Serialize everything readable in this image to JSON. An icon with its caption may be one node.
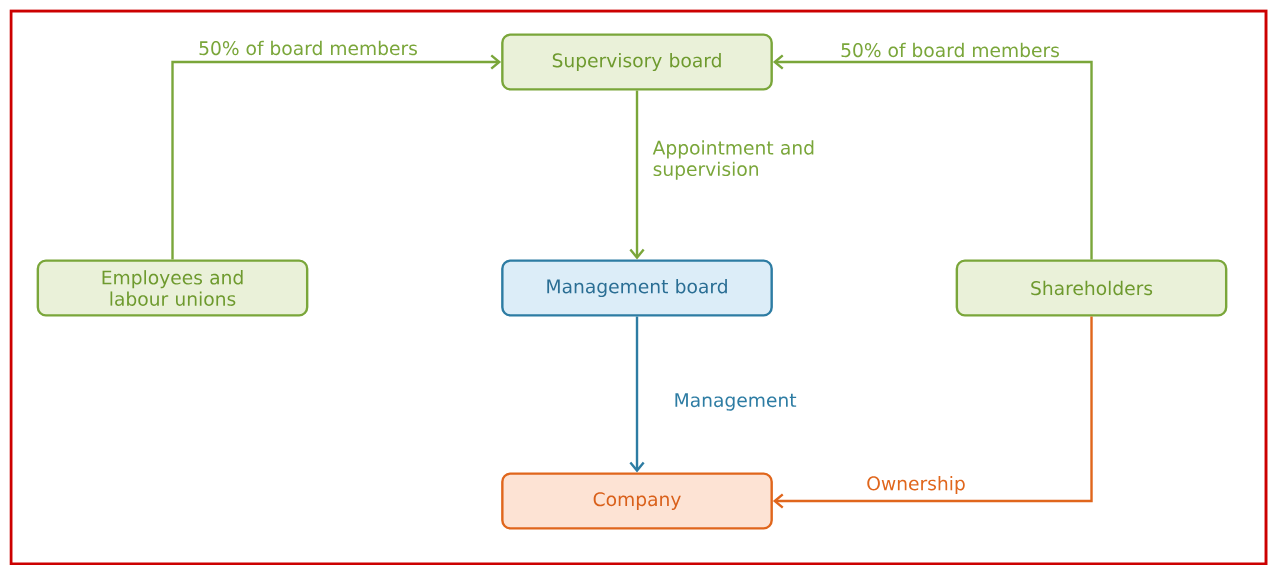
{
  "diagram": {
    "nodes": [
      {
        "text": [
          "Supervisory board"
        ]
      },
      {
        "text": [
          "Employees and labour unions"
        ]
      },
      {
        "text": [
          "Management board"
        ]
      },
      {
        "text": [
          "Shareholders"
        ]
      },
      {
        "text": [
          "Company"
        ]
      }
    ],
    "edges": [
      {
        "from": 1,
        "to": 0,
        "arrow": "to",
        "label": "50% of board members"
      },
      {
        "from": 3,
        "to": 0,
        "arrow": "to",
        "label": "50% of board members"
      },
      {
        "from": 0,
        "to": 2,
        "arrow": "to",
        "label": "Appointment and supervision"
      },
      {
        "from": 2,
        "to": 4,
        "arrow": "to",
        "label": "Management",
        "color": "#2d7ca3"
      },
      {
        "from": 3,
        "to": 4,
        "arrow": "to",
        "label": "Ownership",
        "color": "#e0661c"
      }
    ]
  }
}
